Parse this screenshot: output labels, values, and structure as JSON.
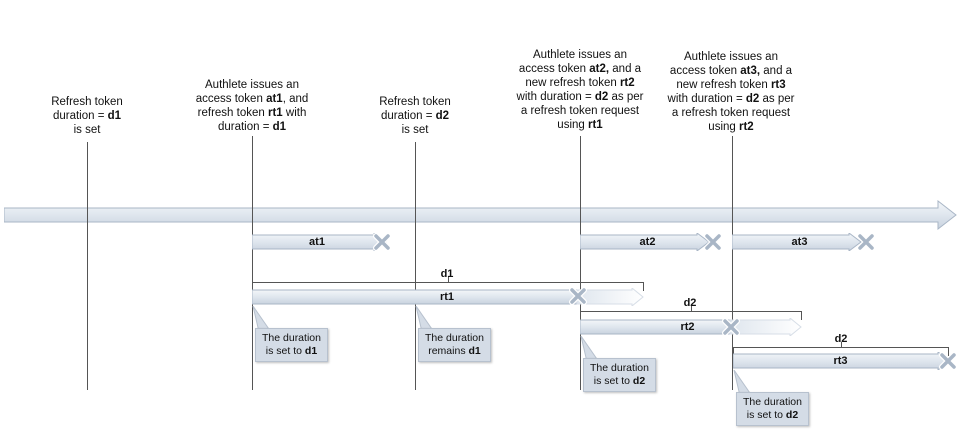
{
  "events": [
    {
      "id": "e1",
      "lines": [
        [
          {
            "t": "Refresh token",
            "b": false
          }
        ],
        [
          {
            "t": "duration = ",
            "b": false
          },
          {
            "t": "d1",
            "b": true
          }
        ],
        [
          {
            "t": "is set",
            "b": false
          }
        ]
      ]
    },
    {
      "id": "e2",
      "lines": [
        [
          {
            "t": "Authlete issues an",
            "b": false
          }
        ],
        [
          {
            "t": "access token ",
            "b": false
          },
          {
            "t": "at1",
            "b": true
          },
          {
            "t": ", and",
            "b": false
          }
        ],
        [
          {
            "t": "refresh token ",
            "b": false
          },
          {
            "t": "rt1",
            "b": true
          },
          {
            "t": " with",
            "b": false
          }
        ],
        [
          {
            "t": "duration = ",
            "b": false
          },
          {
            "t": "d1",
            "b": true
          }
        ]
      ]
    },
    {
      "id": "e3",
      "lines": [
        [
          {
            "t": "Refresh token",
            "b": false
          }
        ],
        [
          {
            "t": "duration = ",
            "b": false
          },
          {
            "t": "d2",
            "b": true
          }
        ],
        [
          {
            "t": "is set",
            "b": false
          }
        ]
      ]
    },
    {
      "id": "e4",
      "lines": [
        [
          {
            "t": "Authlete issues an",
            "b": false
          }
        ],
        [
          {
            "t": "access token ",
            "b": false
          },
          {
            "t": "at2,",
            "b": true
          },
          {
            "t": " and a",
            "b": false
          }
        ],
        [
          {
            "t": "new refresh token ",
            "b": false
          },
          {
            "t": "rt2",
            "b": true
          }
        ],
        [
          {
            "t": "with duration = ",
            "b": false
          },
          {
            "t": "d2",
            "b": true
          },
          {
            "t": " as per",
            "b": false
          }
        ],
        [
          {
            "t": "a refresh token request",
            "b": false
          }
        ],
        [
          {
            "t": "using ",
            "b": false
          },
          {
            "t": "rt1",
            "b": true
          }
        ]
      ]
    },
    {
      "id": "e5",
      "lines": [
        [
          {
            "t": "Authlete issues an",
            "b": false
          }
        ],
        [
          {
            "t": "access token ",
            "b": false
          },
          {
            "t": "at3,",
            "b": true
          },
          {
            "t": " and a",
            "b": false
          }
        ],
        [
          {
            "t": "new refresh token ",
            "b": false
          },
          {
            "t": "rt3",
            "b": true
          }
        ],
        [
          {
            "t": "with duration = ",
            "b": false
          },
          {
            "t": "d2",
            "b": true
          },
          {
            "t": " as per",
            "b": false
          }
        ],
        [
          {
            "t": "a refresh token request",
            "b": false
          }
        ],
        [
          {
            "t": "using ",
            "b": false
          },
          {
            "t": "rt2",
            "b": true
          }
        ]
      ]
    }
  ],
  "tokens": {
    "at1": "at1",
    "at2": "at2",
    "at3": "at3",
    "rt1": "rt1",
    "rt2": "rt2",
    "rt3": "rt3"
  },
  "durations": {
    "rt1": "d1",
    "rt2": "d2",
    "rt3": "d2"
  },
  "callouts": [
    {
      "id": "c1",
      "lines": [
        [
          {
            "t": "The duration",
            "b": false
          }
        ],
        [
          {
            "t": "is set to ",
            "b": false
          },
          {
            "t": "d1",
            "b": true
          }
        ]
      ]
    },
    {
      "id": "c2",
      "lines": [
        [
          {
            "t": "The duration",
            "b": false
          }
        ],
        [
          {
            "t": "remains ",
            "b": false
          },
          {
            "t": "d1",
            "b": true
          }
        ]
      ]
    },
    {
      "id": "c3",
      "lines": [
        [
          {
            "t": "The duration",
            "b": false
          }
        ],
        [
          {
            "t": "is set to ",
            "b": false
          },
          {
            "t": "d2",
            "b": true
          }
        ]
      ]
    },
    {
      "id": "c4",
      "lines": [
        [
          {
            "t": "The duration",
            "b": false
          }
        ],
        [
          {
            "t": "is set to ",
            "b": false
          },
          {
            "t": "d2",
            "b": true
          }
        ]
      ]
    }
  ],
  "colors": {
    "bar_fill": "#dfe6ee",
    "bar_edge": "#a9b6c6",
    "line": "#555555",
    "callout": "#d4dce6"
  }
}
